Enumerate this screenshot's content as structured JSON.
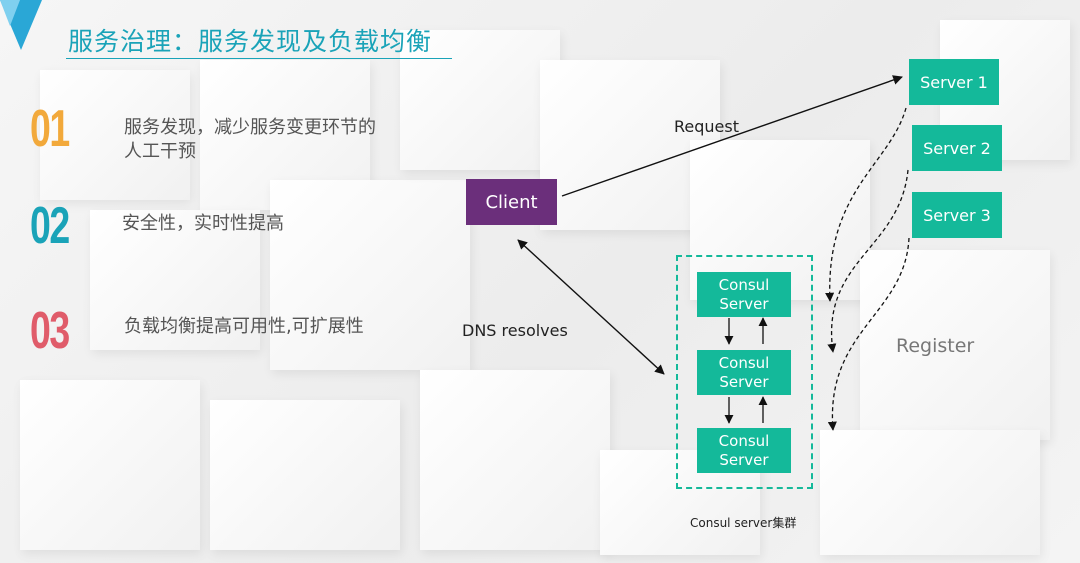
{
  "slide": {
    "title": "服务治理：服务发现及负载均衡",
    "accent_color": "#1aa3b8"
  },
  "points": [
    {
      "number": "01",
      "text": "服务发现，减少服务变更环节的人工干预",
      "color": "#f2a93b"
    },
    {
      "number": "02",
      "text": "安全性，实时性提高",
      "color": "#1aa3b8"
    },
    {
      "number": "03",
      "text": "负载均衡提高可用性,可扩展性",
      "color": "#e05c6a"
    }
  ],
  "diagram": {
    "client": {
      "label": "Client",
      "color": "#6b2f7b"
    },
    "servers": [
      {
        "label": "Server 1"
      },
      {
        "label": "Server 2"
      },
      {
        "label": "Server 3"
      }
    ],
    "server_color": "#14b99a",
    "consul_nodes": [
      {
        "line1": "Consul",
        "line2": "Server"
      },
      {
        "line1": "Consul",
        "line2": "Server"
      },
      {
        "line1": "Consul",
        "line2": "Server"
      }
    ],
    "labels": {
      "request": "Request",
      "dns": "DNS resolves",
      "register": "Register",
      "cluster": "Consul server集群"
    }
  }
}
